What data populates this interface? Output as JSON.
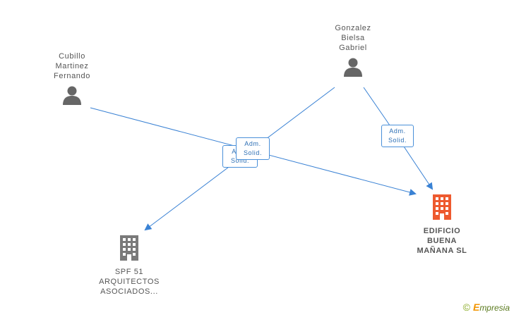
{
  "nodes": {
    "cubillo": {
      "label": "Cubillo\nMartinez\nFernando",
      "type": "person",
      "icon": "person-icon"
    },
    "gonzalez": {
      "label": "Gonzalez\nBielsa\nGabriel",
      "type": "person",
      "icon": "person-icon"
    },
    "edificio": {
      "label": "EDIFICIO\nBUENA\nMAÑANA SL",
      "type": "company",
      "icon": "building-icon",
      "color": "#ee5a2f"
    },
    "spf": {
      "label": "SPF 51\nARQUITECTOS\nASOCIADOS...",
      "type": "company",
      "icon": "building-icon",
      "color": "#7a7a7a"
    }
  },
  "edges": {
    "back_label": "Adm.\nSolid.",
    "front_label": "Adm.\nSolid.",
    "right_label": "Adm.\nSolid."
  },
  "colors": {
    "edge": "#3a82d4",
    "person": "#666666"
  },
  "footer": {
    "copyright": "©",
    "brand_initial": "E",
    "brand_rest": "mpresia"
  }
}
